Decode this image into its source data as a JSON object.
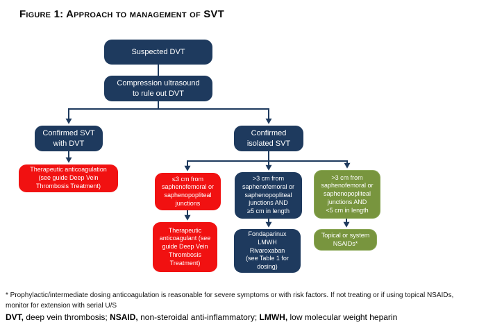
{
  "figure": {
    "title": "Figure 1: Approach to management of SVT"
  },
  "colors": {
    "node_navy": "#1e3a5e",
    "node_red": "#f11111",
    "node_green": "#78953e",
    "connector": "#1e3a5e",
    "background": "#ffffff"
  },
  "flowchart": {
    "nodes": {
      "suspected_dvt": "Suspected DVT",
      "compression_ultrasound": "Compression ultrasound\nto rule out DVT",
      "confirmed_svt_with_dvt": "Confirmed SVT\nwith DVT",
      "confirmed_isolated_svt": "Confirmed\nisolated SVT",
      "therapeutic_anticoagulation": "Therapeutic anticoagulation\n(see guide Deep Vein\nThrombosis Treatment)",
      "le_3cm_junctions": "≤3 cm from\nsaphenofemoral or\nsaphenopopliteal\njunctions",
      "gt_3cm_ge_5cm": ">3 cm from\nsaphenofemoral or\nsaphenopopliteal\njunctions AND\n≥5 cm in length",
      "gt_3cm_lt_5cm": ">3 cm from\nsaphenofemoral or\nsaphenopopliteal\njunctions AND\n<5 cm in length",
      "therapeutic_anticoagulant": "Therapeutic\nanticoagulant (see\nguide Deep Vein\nThrombosis\nTreatment)",
      "fondaparinux_lmwh_rivaroxaban": "Fondaparinux\nLMWH\nRivaroxaban\n(see Table 1 for\ndosing)",
      "topical_or_system_nsaids": "Topical or system\nNSAIDs*"
    }
  },
  "footnotes": {
    "asterisk_note": "* Prophylactic/intermediate dosing anticoagulation is reasonable for severe symptoms or with risk factors. If not treating or if using topical NSAIDs,\nmonitor for extension with serial U/S",
    "abbreviations": {
      "dvt_abbr": "DVT,",
      "dvt_def": " deep vein thrombosis; ",
      "nsaid_abbr": "NSAID,",
      "nsaid_def": " non-steroidal anti-inflammatory; ",
      "lmwh_abbr": "LMWH,",
      "lmwh_def": " low molecular weight heparin"
    }
  }
}
